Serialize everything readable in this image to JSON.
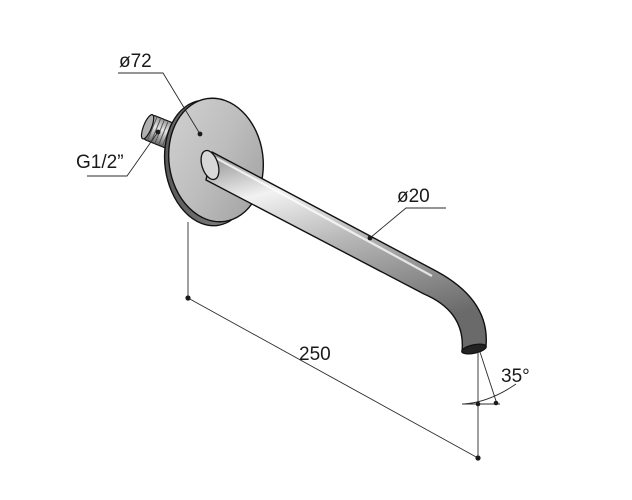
{
  "drawing": {
    "flange_diameter": "ø72",
    "thread_size": "G1/2”",
    "pipe_diameter": "ø20",
    "projection_length": "250",
    "spout_angle": "35°"
  },
  "colors": {
    "steel_dark": "#6f6f6f",
    "steel_mid": "#b8b8b8",
    "steel_light": "#ececec",
    "outline": "#111111",
    "dimension_line": "#2b2b2b"
  }
}
